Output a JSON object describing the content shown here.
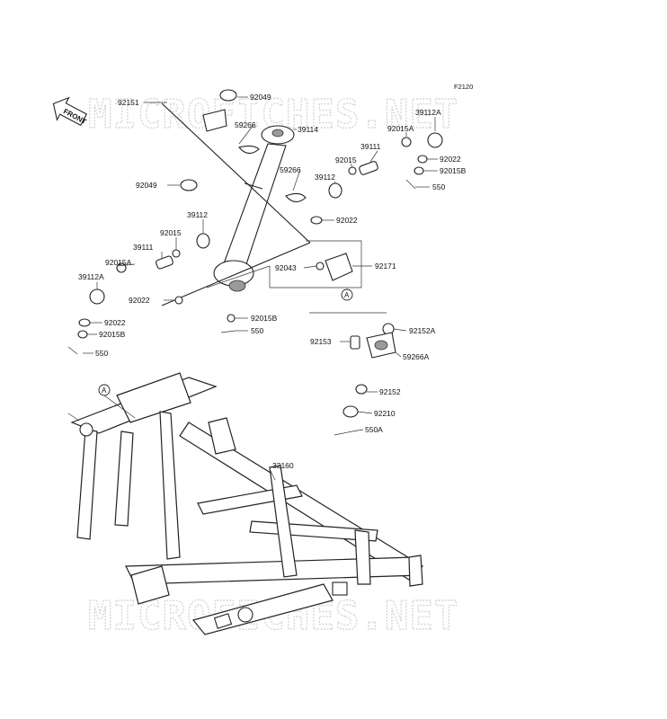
{
  "figure_code": "F2120",
  "watermark": "MICROFICHES.NET",
  "front_arrow_label": "FRONT",
  "callout_letter": "A",
  "parts": [
    {
      "id": "92151",
      "label": "92151"
    },
    {
      "id": "92049-top",
      "label": "92049"
    },
    {
      "id": "59266-a",
      "label": "59266"
    },
    {
      "id": "39114",
      "label": "39114"
    },
    {
      "id": "92049-left",
      "label": "92049"
    },
    {
      "id": "59266-b",
      "label": "59266"
    },
    {
      "id": "39112A-right",
      "label": "39112A"
    },
    {
      "id": "92015A-right",
      "label": "92015A"
    },
    {
      "id": "39111-right",
      "label": "39111"
    },
    {
      "id": "92015-right",
      "label": "92015"
    },
    {
      "id": "92022-right",
      "label": "92022"
    },
    {
      "id": "92015B-right",
      "label": "92015B"
    },
    {
      "id": "550-right",
      "label": "550"
    },
    {
      "id": "39112-right",
      "label": "39112"
    },
    {
      "id": "92022-mid",
      "label": "92022"
    },
    {
      "id": "39112-left",
      "label": "39112"
    },
    {
      "id": "92015-left",
      "label": "92015"
    },
    {
      "id": "39111-left",
      "label": "39111"
    },
    {
      "id": "92015A-left",
      "label": "92015A"
    },
    {
      "id": "39112A-left",
      "label": "39112A"
    },
    {
      "id": "92022-left-mid",
      "label": "92022"
    },
    {
      "id": "92043",
      "label": "92043"
    },
    {
      "id": "92171",
      "label": "92171"
    },
    {
      "id": "92015B-center",
      "label": "92015B"
    },
    {
      "id": "550-center",
      "label": "550"
    },
    {
      "id": "92022-left-low",
      "label": "92022"
    },
    {
      "id": "92015B-left",
      "label": "92015B"
    },
    {
      "id": "550-left",
      "label": "550"
    },
    {
      "id": "92152A",
      "label": "92152A"
    },
    {
      "id": "92153",
      "label": "92153"
    },
    {
      "id": "59266A",
      "label": "59266A"
    },
    {
      "id": "92152",
      "label": "92152"
    },
    {
      "id": "92210",
      "label": "92210"
    },
    {
      "id": "550A",
      "label": "550A"
    },
    {
      "id": "32160",
      "label": "32160"
    }
  ]
}
